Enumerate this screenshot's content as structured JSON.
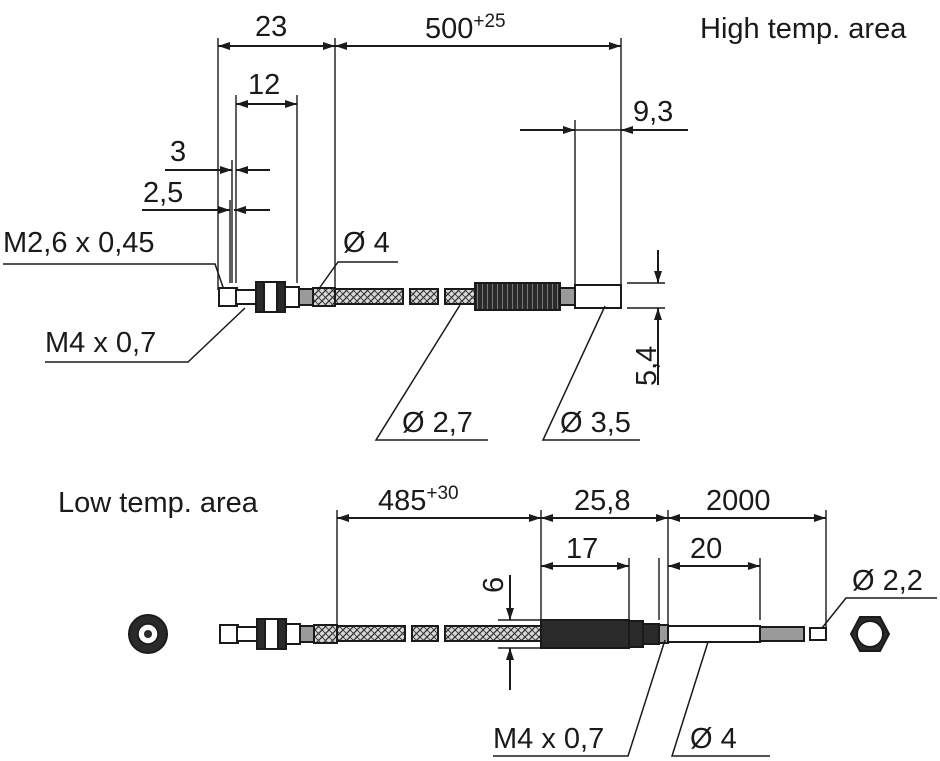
{
  "diagram": {
    "high": {
      "title": "High temp. area",
      "dim_23": "23",
      "dim_500": "500",
      "dim_500_tol": "+25",
      "dim_12": "12",
      "dim_9_3": "9,3",
      "dim_3": "3",
      "dim_2_5": "2,5",
      "thread_m26": "M2,6 x 0,45",
      "thread_m4": "M4 x 0,7",
      "dia_4": "Ø 4",
      "dim_5_4": "5,4",
      "dia_2_7": "Ø 2,7",
      "dia_3_5": "Ø 3,5"
    },
    "low": {
      "title": "Low temp. area",
      "dim_485": "485",
      "dim_485_tol": "+30",
      "dim_25_8": "25,8",
      "dim_2000": "2000",
      "dim_17": "17",
      "dim_20": "20",
      "dim_6": "6",
      "dia_2_2": "Ø 2,2",
      "thread_m4": "M4 x 0,7",
      "dia_4": "Ø 4"
    }
  }
}
